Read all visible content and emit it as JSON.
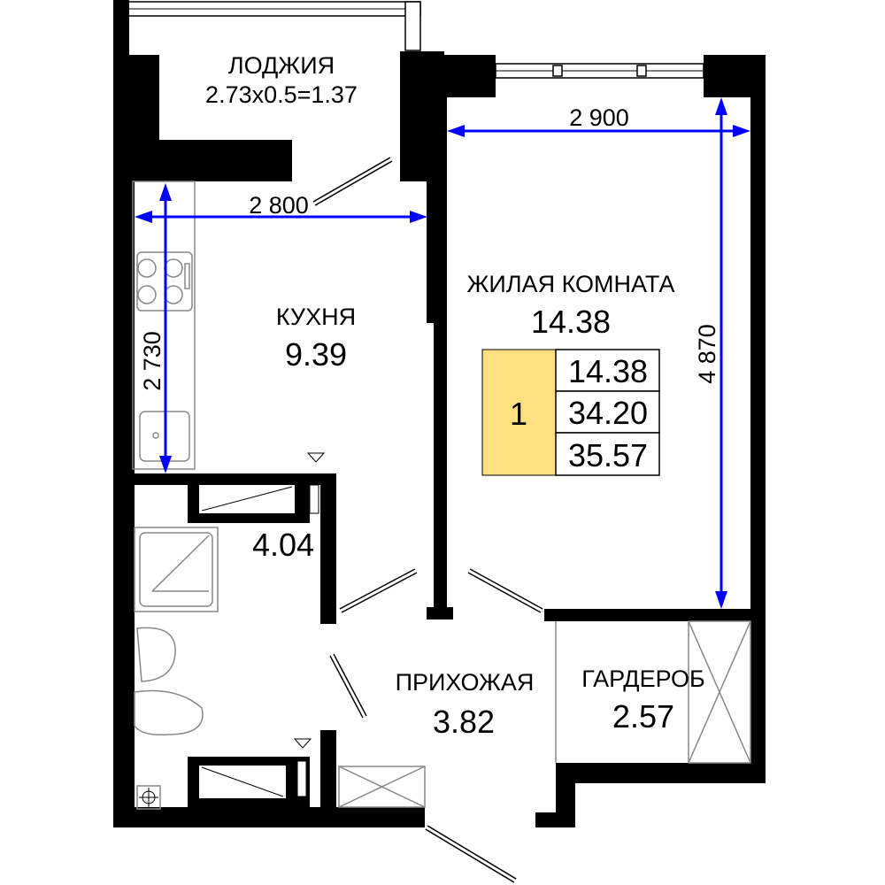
{
  "rooms": {
    "loggia": {
      "name": "ЛОДЖИЯ",
      "area": "2.73x0.5=1.37"
    },
    "kitchen": {
      "name": "КУХНЯ",
      "area": "9.39"
    },
    "living": {
      "name": "ЖИЛАЯ КОМНАТА",
      "area": "14.38"
    },
    "bathroom": {
      "area": "4.04"
    },
    "hall": {
      "name": "ПРИХОЖАЯ",
      "area": "3.82"
    },
    "wardrobe": {
      "name": "ГАРДЕРОБ",
      "area": "2.57"
    }
  },
  "dimensions": {
    "kitchen_width": "2 800",
    "kitchen_length": "2 730",
    "room_width": "2 900",
    "room_length": "4 870"
  },
  "summary": {
    "rooms_count": "1",
    "living_area": "14.38",
    "total_area": "34.20",
    "total_with_loggia": "35.57",
    "badge_color": "#ffe080"
  },
  "colors": {
    "dimension": "#0000ff",
    "wall": "#000000"
  }
}
